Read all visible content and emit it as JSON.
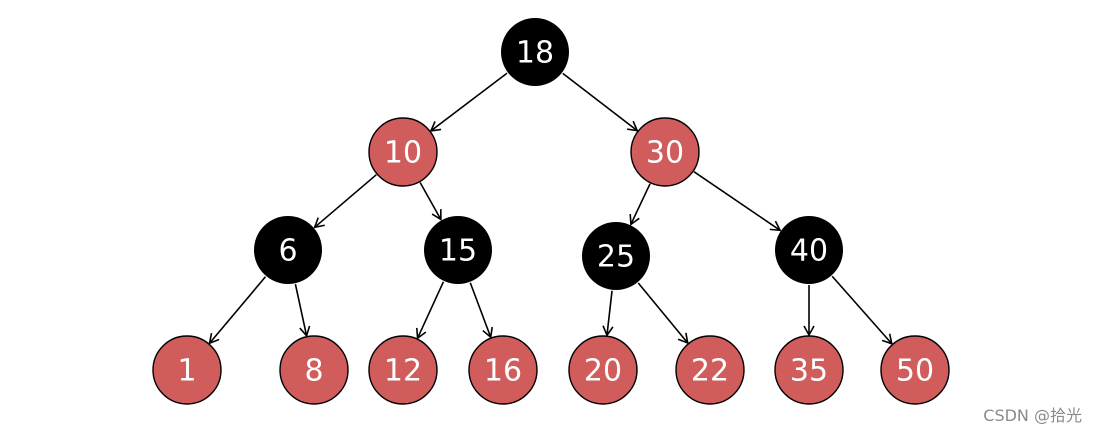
{
  "colors": {
    "red_node": "#d15c5c",
    "black_node": "#000000",
    "label": "#ffffff",
    "edge": "#000000"
  },
  "tree": {
    "nodes": [
      {
        "id": "n18",
        "label": "18",
        "color": "black"
      },
      {
        "id": "n10",
        "label": "10",
        "color": "red"
      },
      {
        "id": "n30",
        "label": "30",
        "color": "red"
      },
      {
        "id": "n6",
        "label": "6",
        "color": "black"
      },
      {
        "id": "n15",
        "label": "15",
        "color": "black"
      },
      {
        "id": "n25",
        "label": "25",
        "color": "black"
      },
      {
        "id": "n40",
        "label": "40",
        "color": "black"
      },
      {
        "id": "n1",
        "label": "1",
        "color": "red"
      },
      {
        "id": "n8",
        "label": "8",
        "color": "red"
      },
      {
        "id": "n12",
        "label": "12",
        "color": "red"
      },
      {
        "id": "n16",
        "label": "16",
        "color": "red"
      },
      {
        "id": "n20",
        "label": "20",
        "color": "red"
      },
      {
        "id": "n22",
        "label": "22",
        "color": "red"
      },
      {
        "id": "n35",
        "label": "35",
        "color": "red"
      },
      {
        "id": "n50",
        "label": "50",
        "color": "red"
      }
    ],
    "edges": [
      [
        "n18",
        "n10"
      ],
      [
        "n18",
        "n30"
      ],
      [
        "n10",
        "n6"
      ],
      [
        "n10",
        "n15"
      ],
      [
        "n30",
        "n25"
      ],
      [
        "n30",
        "n40"
      ],
      [
        "n6",
        "n1"
      ],
      [
        "n6",
        "n8"
      ],
      [
        "n15",
        "n12"
      ],
      [
        "n15",
        "n16"
      ],
      [
        "n25",
        "n20"
      ],
      [
        "n25",
        "n22"
      ],
      [
        "n40",
        "n35"
      ],
      [
        "n40",
        "n50"
      ]
    ]
  },
  "watermark": "CSDN @拾光"
}
